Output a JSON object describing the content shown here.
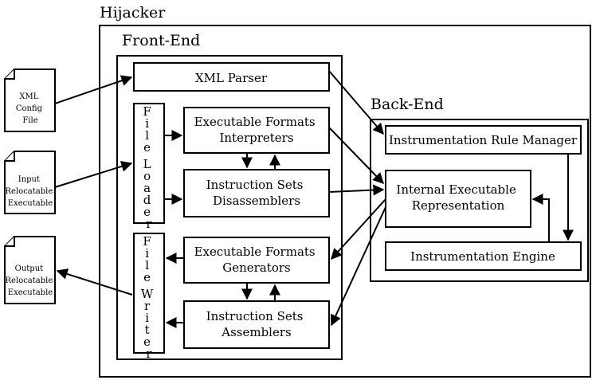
{
  "hijacker": {
    "title": "Hijacker"
  },
  "frontend": {
    "title": "Front-End"
  },
  "backend": {
    "title": "Back-End"
  },
  "files": {
    "xml_config": [
      "XML",
      "Config",
      "File"
    ],
    "input_exec": [
      "Input",
      "Relocatable",
      "Executable"
    ],
    "output_exec": [
      "Output",
      "Relocatable",
      "Executable"
    ]
  },
  "blocks": {
    "xml_parser": [
      "XML Parser"
    ],
    "formats_interpreters": [
      "Executable Formats",
      "Interpreters"
    ],
    "sets_disassemblers": [
      "Instruction Sets",
      "Disassemblers"
    ],
    "formats_generators": [
      "Executable Formats",
      "Generators"
    ],
    "sets_assemblers": [
      "Instruction Sets",
      "Assemblers"
    ],
    "rule_manager": [
      "Instrumentation Rule Manager"
    ],
    "internal_repr": [
      "Internal Executable",
      "Representation"
    ],
    "instr_engine": [
      "Instrumentation Engine"
    ]
  },
  "vertical": {
    "file_loader": [
      "F",
      "i",
      "l",
      "e",
      "L",
      "o",
      "a",
      "d",
      "e",
      "r"
    ],
    "file_writer": [
      "F",
      "i",
      "l",
      "e",
      "W",
      "r",
      "i",
      "t",
      "e",
      "r"
    ]
  }
}
